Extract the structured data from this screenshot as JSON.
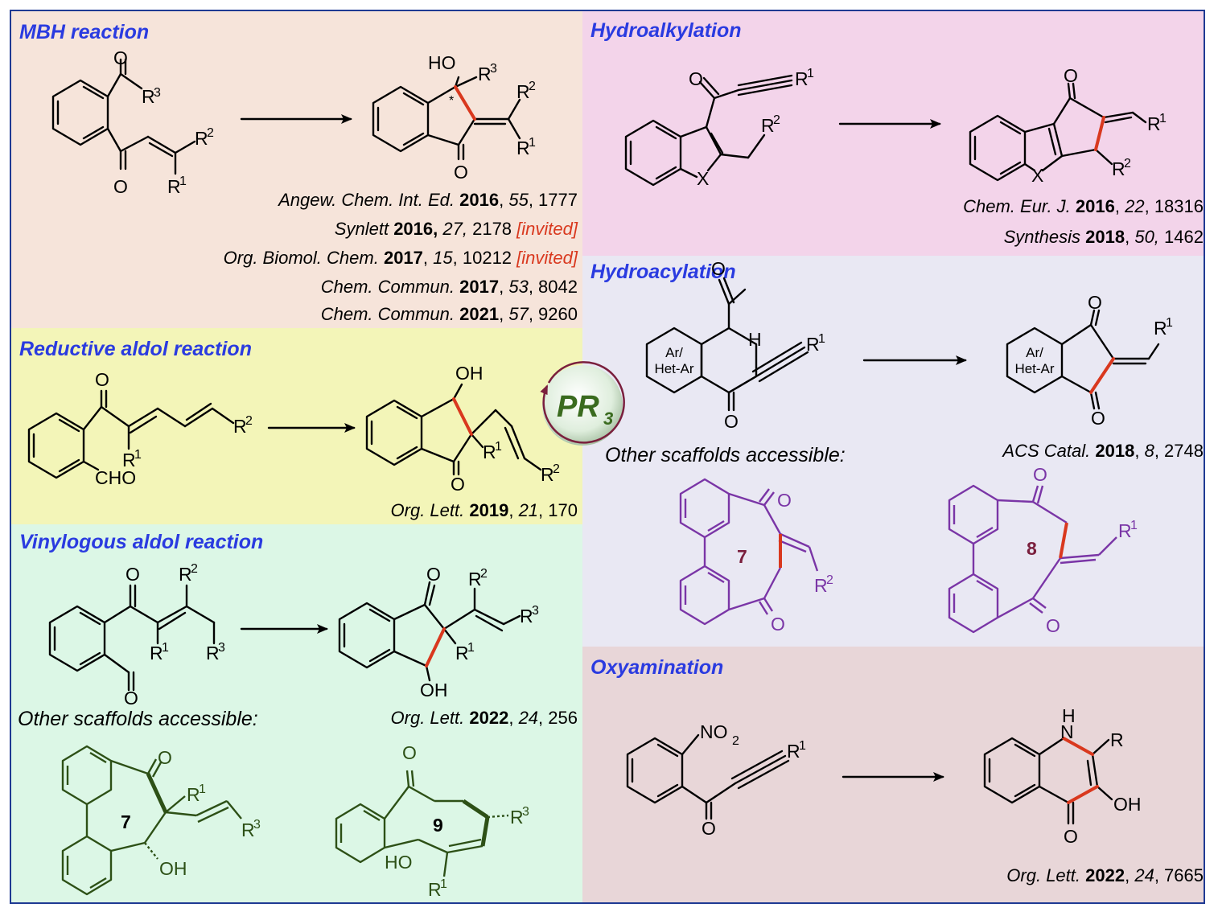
{
  "panels": {
    "mbh": {
      "title": "MBH reaction",
      "refs": [
        {
          "journal": "Angew. Chem. Int. Ed.",
          "year": "2016",
          "vol": "55",
          "page": "1777",
          "note": ""
        },
        {
          "journal": "Synlett",
          "year": "2016,",
          "vol": "27,",
          "page": "2178",
          "note": "[invited]"
        },
        {
          "journal": "Org. Biomol. Chem.",
          "year": "2017",
          "vol": "15",
          "page": "10212",
          "note": "[invited]"
        },
        {
          "journal": "Chem. Commun.",
          "year": "2017",
          "vol": "53",
          "page": "8042",
          "note": ""
        },
        {
          "journal": "Chem. Commun.",
          "year": "2021",
          "vol": "57",
          "page": "9260",
          "note": ""
        }
      ]
    },
    "reductive": {
      "title": "Reductive aldol reaction",
      "refs": [
        {
          "journal": "Org. Lett.",
          "year": "2019",
          "vol": "21",
          "page": "170",
          "note": ""
        }
      ]
    },
    "vinylogous": {
      "title": "Vinylogous aldol reaction",
      "other": "Other scaffolds accessible:",
      "refs": [
        {
          "journal": "Org. Lett.",
          "year": "2022",
          "vol": "24",
          "page": "256",
          "note": ""
        }
      ],
      "scaffolds": [
        "7",
        "9"
      ]
    },
    "hydroalkylation": {
      "title": "Hydroalkylation",
      "refs": [
        {
          "journal": "Chem. Eur. J.",
          "year": "2016",
          "vol": "22",
          "page": "18316",
          "note": ""
        },
        {
          "journal": "Synthesis",
          "year": "2018",
          "vol": "50,",
          "page": "1462",
          "note": ""
        }
      ]
    },
    "hydroacylation": {
      "title": "Hydroacylation",
      "other": "Other scaffolds accessible:",
      "refs": [
        {
          "journal": "ACS Catal.",
          "year": "2018",
          "vol": "8",
          "page": "2748",
          "note": ""
        }
      ],
      "ring_labels": [
        "Ar/",
        "Het-Ar"
      ],
      "scaffolds": [
        "7",
        "8"
      ]
    },
    "oxyamination": {
      "title": "Oxyamination",
      "refs": [
        {
          "journal": "Org. Lett.",
          "year": "2022",
          "vol": "24",
          "page": "7665",
          "note": ""
        }
      ]
    }
  },
  "catalyst": {
    "label": "PR",
    "sub": "3"
  },
  "atoms": {
    "O": "O",
    "OH": "OH",
    "HO": "HO",
    "H": "H",
    "N": "N",
    "X": "X",
    "CHO": "CHO",
    "R": "R",
    "R1": "R",
    "R2": "R",
    "R3": "R",
    "n1": "1",
    "n2": "2",
    "n3": "3",
    "NO2": "NO",
    "star": "*"
  },
  "colors": {
    "title_blue": "#2a3be0",
    "new_bond_red": "#d9381e",
    "frame": "#1f3a93",
    "mbh_bg": "#f6e4da",
    "reductive_bg": "#f3f5b8",
    "vinylogous_bg": "#dcf7e6",
    "hydroalkylation_bg": "#f3d4ea",
    "hydroacylation_bg": "#e9e8f3",
    "oxyamination_bg": "#e8d6d8",
    "purple_scaffold": "#7a35a6",
    "green_scaffold": "#2d5016",
    "catalyst_text": "#3a6b1f"
  }
}
